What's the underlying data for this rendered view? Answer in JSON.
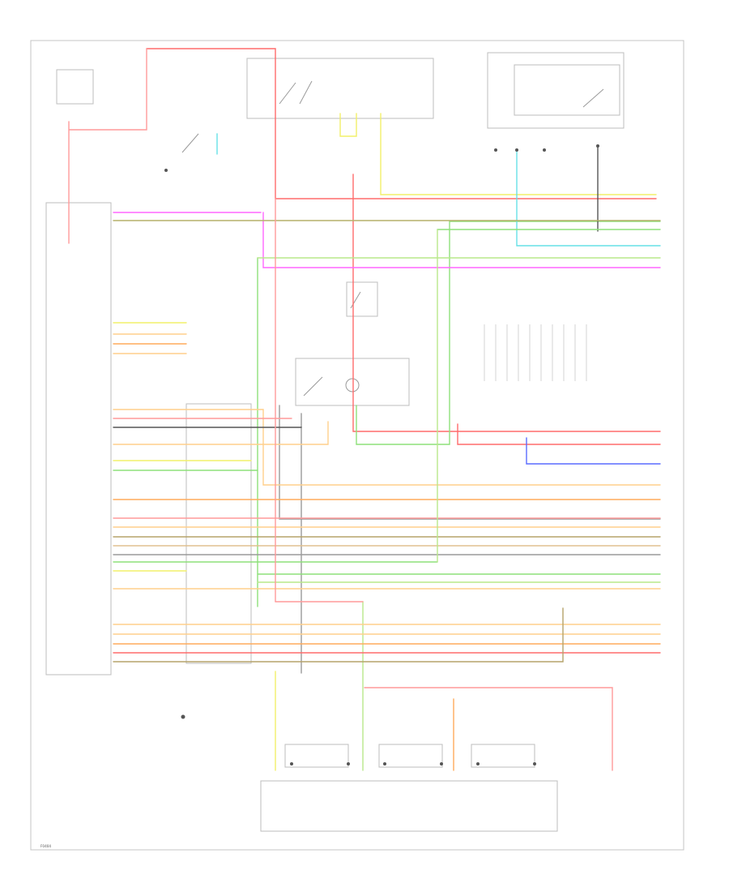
{
  "colors": {
    "red": "#ff6b6b",
    "pink": "#ff9a9a",
    "yellow": "#f2f06a",
    "green": "#8ee07a",
    "light_green": "#b9e88a",
    "tan": "#ffcf8c",
    "orange": "#ffab5c",
    "magenta": "#ff66ff",
    "violet": "#cc88ff",
    "cyan": "#66e0e6",
    "blue": "#5a6cff",
    "gray": "#9a9a9a",
    "dark": "#555555",
    "frame": "#bfbfbf"
  },
  "footer": {
    "ref": "F0404"
  },
  "icons": [
    "ground-symbol",
    "connector-terminal",
    "relay-switch",
    "sensor-coil"
  ]
}
